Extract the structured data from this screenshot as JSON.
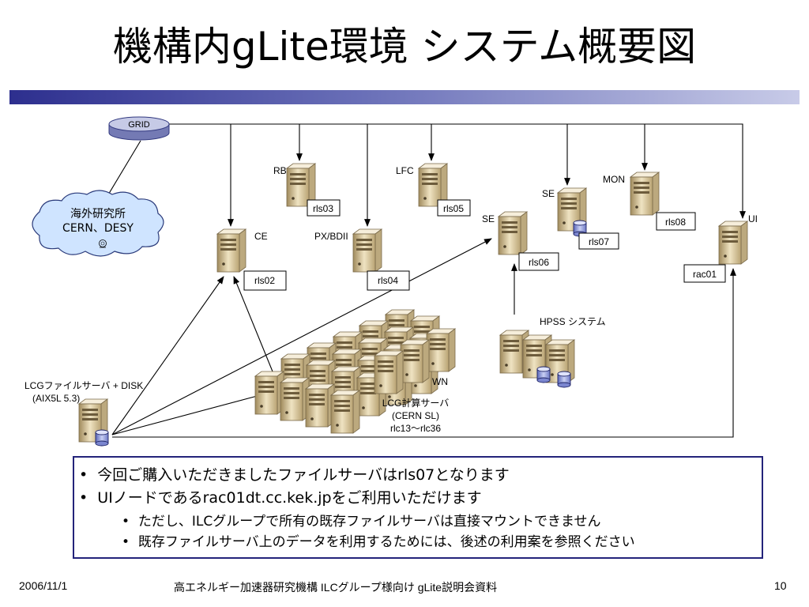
{
  "slide": {
    "title": "機構内gLite環境 システム概要図",
    "page_number": "10"
  },
  "diagram": {
    "grid_label": "GRID",
    "cloud_lines": [
      "海外研究所",
      "CERN、DESY"
    ],
    "nodes": {
      "rb": {
        "label": "RB",
        "host": "rls03"
      },
      "lfc": {
        "label": "LFC",
        "host": "rls05"
      },
      "se1": {
        "label": "SE",
        "host": "rls07"
      },
      "mon": {
        "label": "MON",
        "host": "rls08"
      },
      "se2": {
        "label": "SE",
        "host": "rls06"
      },
      "ui": {
        "label": "UI",
        "host": "rac01"
      },
      "ce": {
        "label": "CE",
        "host": "rls02"
      },
      "pxbdii": {
        "label": "PX/BDII",
        "host": "rls04"
      }
    },
    "hpss_label": "HPSS システム",
    "wn_label": "WN",
    "lcg_file_server": [
      "LCGファイルサーバ + DISK",
      "(AIX5L 5.3)"
    ],
    "lcg_compute": [
      "LCG計算サーバ",
      "(CERN SL)",
      "rlc13〜rlc36"
    ]
  },
  "notes": {
    "items": [
      {
        "text": "今回ご購入いただきましたファイルサーバはrls07となります",
        "level": 1
      },
      {
        "text": "UIノードであるrac01dt.cc.kek.jpをご利用いただけます",
        "level": 1
      },
      {
        "text": "ただし、ILCグループで所有の既存ファイルサーバは直接マウントできません",
        "level": 2
      },
      {
        "text": "既存ファイルサーバ上のデータを利用するためには、後述の利用案を参照ください",
        "level": 2
      }
    ]
  },
  "footer": {
    "date": "2006/11/1",
    "center": "高エネルギー加速器研究機構  ILCグループ様向け  gLite説明会資料"
  }
}
